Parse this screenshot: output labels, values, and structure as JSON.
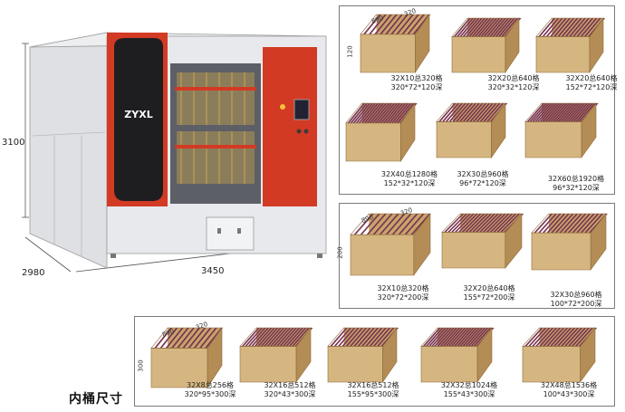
{
  "machine": {
    "brand": "ZYXL",
    "dims": {
      "height": "3100",
      "depth": "2980",
      "width": "3450"
    }
  },
  "colors": {
    "cabinet": "#e6e7ea",
    "door": "#d23a24",
    "bin_wood": "#d6b680",
    "bin_wall": "#b48c55",
    "divider": "#7a3550"
  },
  "panels": [
    {
      "bins": [
        {
          "cap1": "32X10总320格",
          "cap2": "320*72*120深",
          "dims": [
            "890",
            "320",
            "120"
          ]
        },
        {
          "cap1": "32X20总640格",
          "cap2": "320*32*120深"
        },
        {
          "cap1": "32X20总640格",
          "cap2": "152*72*120深"
        },
        {
          "cap1": "32X40总1280格",
          "cap2": "152*32*120深"
        },
        {
          "cap1": "32X30总960格",
          "cap2": "96*72*120深"
        },
        {
          "cap1": "32X60总1920格",
          "cap2": "96*32*120深"
        }
      ]
    },
    {
      "bins": [
        {
          "cap1": "32X10总320格",
          "cap2": "320*72*200深",
          "dims": [
            "890",
            "320",
            "200"
          ]
        },
        {
          "cap1": "32X20总640格",
          "cap2": "155*72*200深"
        },
        {
          "cap1": "32X30总960格",
          "cap2": "100*72*200深"
        }
      ]
    },
    {
      "bins": [
        {
          "cap1": "32X8总256格",
          "cap2": "320*95*300深",
          "dims": [
            "890",
            "320",
            "300"
          ]
        },
        {
          "cap1": "32X16总512格",
          "cap2": "320*43*300深"
        },
        {
          "cap1": "32X16总512格",
          "cap2": "155*95*300深"
        },
        {
          "cap1": "32X32总1024格",
          "cap2": "155*43*300深"
        },
        {
          "cap1": "32X48总1536格",
          "cap2": "100*43*300深"
        }
      ]
    }
  ],
  "footer_label": "内桶尺寸"
}
